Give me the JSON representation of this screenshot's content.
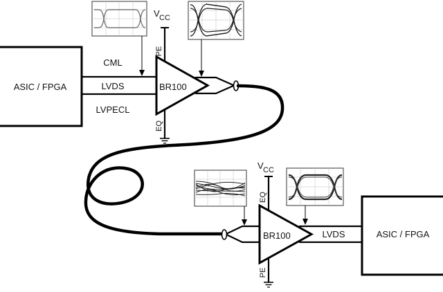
{
  "left_chip": {
    "label": "ASIC / FPGA"
  },
  "right_chip": {
    "label": "ASIC / FPGA"
  },
  "top_driver": {
    "name": "BR100",
    "supply": "V",
    "supply_sub": "CC",
    "pin_top": "PE",
    "pin_bottom": "EQ",
    "inputs": [
      "CML",
      "LVDS",
      "LVPECL"
    ]
  },
  "bottom_driver": {
    "name": "BR100",
    "supply": "V",
    "supply_sub": "CC",
    "pin_top": "EQ",
    "pin_bottom": "PE",
    "output": "LVDS"
  },
  "eye_diagrams": [
    {
      "id": "eye-top-input",
      "quality": "clean-thin"
    },
    {
      "id": "eye-top-output",
      "quality": "pre-emphasized"
    },
    {
      "id": "eye-bottom-input",
      "quality": "closed"
    },
    {
      "id": "eye-bottom-output",
      "quality": "open"
    }
  ]
}
